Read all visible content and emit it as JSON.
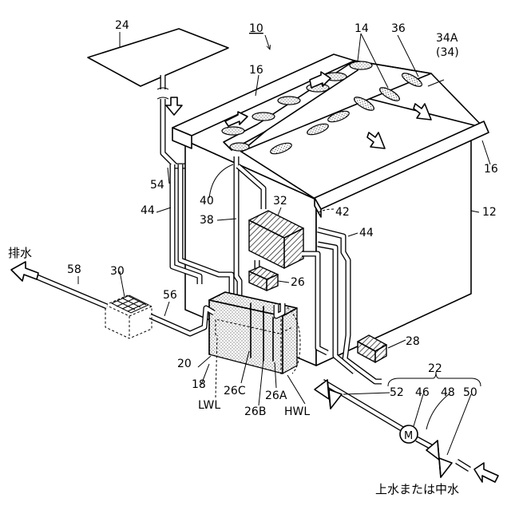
{
  "labels": {
    "sys_ref": "10",
    "panel_ref": "24",
    "hood_ref": "14",
    "nozzle_ref": "36",
    "roof_ref_main": "34A",
    "roof_ref_paren": "(34)",
    "gutter_left_ref": "16",
    "gutter_right_ref": "16",
    "body_ref": "12",
    "pipe54_ref": "54",
    "pipe44_left_ref": "44",
    "pipe44_right_ref": "44",
    "nozzle40_ref": "40",
    "pipe38_ref": "38",
    "unit32_ref": "32",
    "ref42": "42",
    "pump26_ref": "26",
    "filter30_ref": "30",
    "pipe56_ref": "56",
    "pipe58_ref": "58",
    "drain_label": "排水",
    "tank20_ref": "20",
    "tank18_ref": "18",
    "lwl_label": "LWL",
    "ref26c": "26C",
    "ref26b": "26B",
    "ref26a": "26A",
    "hwl_label": "HWL",
    "valve28_ref": "28",
    "group22_ref": "22",
    "ref52": "52",
    "ref46": "46",
    "ref48": "48",
    "ref50": "50",
    "motor_label": "M",
    "inlet_label": "上水または中水"
  }
}
